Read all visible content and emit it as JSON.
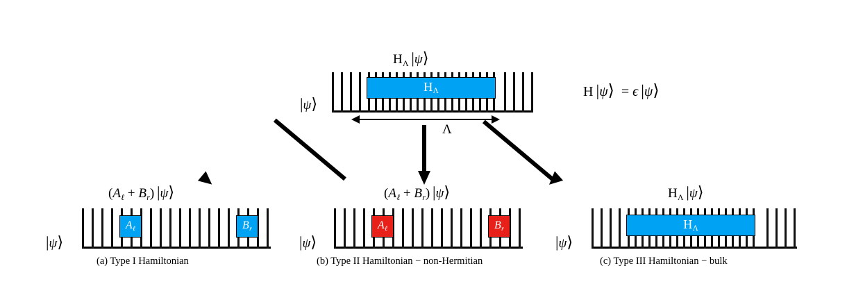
{
  "figure": {
    "title_top": "H_Lambda |psi>",
    "eigen_equation": "H |psi> = epsilon |psi>",
    "region_label": "Lambda",
    "state_label": "|psi>"
  },
  "top_panel": {
    "header": "HΛ |ψ⟩",
    "state_label": "|ψ⟩",
    "box_label": "HΛ",
    "box_color": "#00a2f3",
    "region_arrow_label": "Λ",
    "outer_ticks_left": 4,
    "outer_ticks_right": 4,
    "inner_ticks": 19
  },
  "equation": {
    "H": "H",
    "ket1": "|ψ⟩",
    "equals": "=",
    "epsilon": "ϵ",
    "ket2": "|ψ⟩",
    "full": "H |ψ⟩ = ϵ |ψ⟩"
  },
  "panels": [
    {
      "id": "a",
      "header": "(Aℓ + Bᵣ) |ψ⟩",
      "header_parts": {
        "lparen": "(",
        "A": "A",
        "Asub": "ℓ",
        "plus": "+",
        "B": "B",
        "Bsub": "r",
        "rparen": ")",
        "ket": "|ψ⟩"
      },
      "state_label": "|ψ⟩",
      "caption": "(a) Type I Hamiltonian",
      "box_color": "#00a2f3",
      "boxes": [
        {
          "label": "A",
          "sub": "ℓ",
          "tick_index": 4
        },
        {
          "label": "B",
          "sub": "r",
          "tick_index": 16
        }
      ],
      "tick_count": 21
    },
    {
      "id": "b",
      "header": "(Aℓ + Bᵣ) |ψ⟩",
      "header_parts": {
        "lparen": "(",
        "A": "A",
        "Asub": "ℓ",
        "plus": "+",
        "B": "B",
        "Bsub": "r",
        "rparen": ")",
        "ket": "|ψ⟩"
      },
      "state_label": "|ψ⟩",
      "caption": "(b) Type II Hamiltonian −  non-Hermitian",
      "box_color": "#e8201a",
      "boxes": [
        {
          "label": "A",
          "sub": "ℓ",
          "tick_index": 4
        },
        {
          "label": "B",
          "sub": "r",
          "tick_index": 16
        }
      ],
      "tick_count": 21
    },
    {
      "id": "c",
      "header": "HΛ |ψ⟩",
      "state_label": "|ψ⟩",
      "caption": "(c) Type III Hamiltonian −  bulk",
      "box_color": "#00a2f3",
      "box_label": "H",
      "box_sub": "Λ",
      "outer_ticks_left": 4,
      "outer_ticks_right": 4,
      "inner_ticks": 19
    }
  ],
  "arrows": {
    "left": "arrow-to-panel-a",
    "center": "arrow-to-panel-b",
    "right": "arrow-to-panel-c",
    "region": "lambda-extent-arrow"
  },
  "colors": {
    "blue": "#00a2f3",
    "red": "#e8201a",
    "line": "#000000",
    "background": "#ffffff"
  }
}
